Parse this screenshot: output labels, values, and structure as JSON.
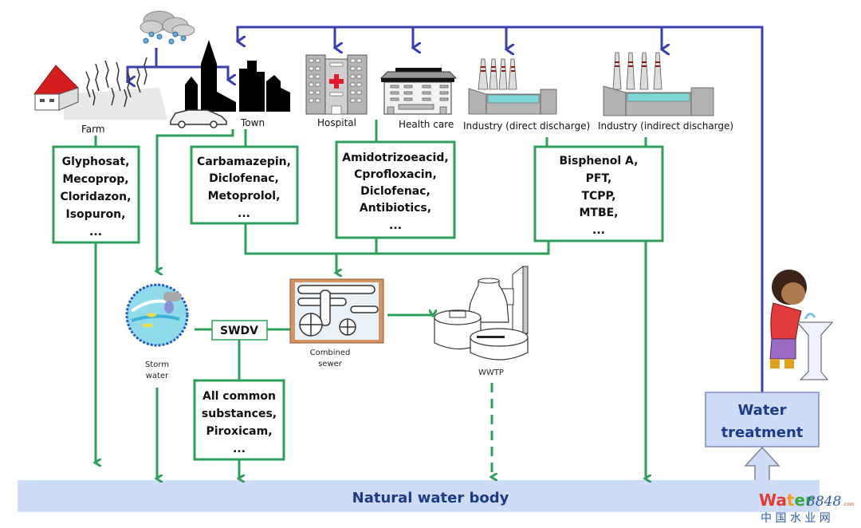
{
  "sources": {
    "farm": "Farm",
    "town": "Town",
    "hospital": "Hospital",
    "health_care": "Health care",
    "industry_direct": "Industry (direct discharge)",
    "industry_indirect": "Industry (indirect discharge)"
  },
  "boxes": {
    "farm": [
      "Glyphosat,",
      "Mecoprop,",
      "Cloridazon,",
      "Isopuron,",
      "..."
    ],
    "town": [
      "Carbamazepin,",
      "Diclofenac,",
      "Metoprolol,",
      "..."
    ],
    "health": [
      "Amidotrizoeacid,",
      "Cprofloxacin,",
      "Diclofenac,",
      "Antibiotics,",
      "..."
    ],
    "industry": [
      "Bisphenol A,",
      "PFT,",
      "TCPP,",
      "MTBE,",
      "..."
    ],
    "swdv_out": [
      "All common",
      "substances,",
      "Piroxicam,",
      "..."
    ]
  },
  "nodes": {
    "storm_water": [
      "Storm",
      "water"
    ],
    "swdv": "SWDV",
    "combined_sewer": [
      "Combined",
      "sewer"
    ],
    "wwtp": "WWTP",
    "water_treatment": [
      "Water",
      "treatment"
    ],
    "natural_water_body": "Natural water body"
  },
  "watermark": {
    "brand_letters": [
      "W",
      "a",
      "t",
      "e",
      "r"
    ],
    "brand_number": "8848",
    "brand_suffix": ".com",
    "chinese": "中 国 水 业 网"
  },
  "colors": {
    "green_flow": "#2e9e5b",
    "blue_flow": "#3a3fb0",
    "water_body": "#cfdcf7",
    "title_blue": "#1e3a8a"
  }
}
